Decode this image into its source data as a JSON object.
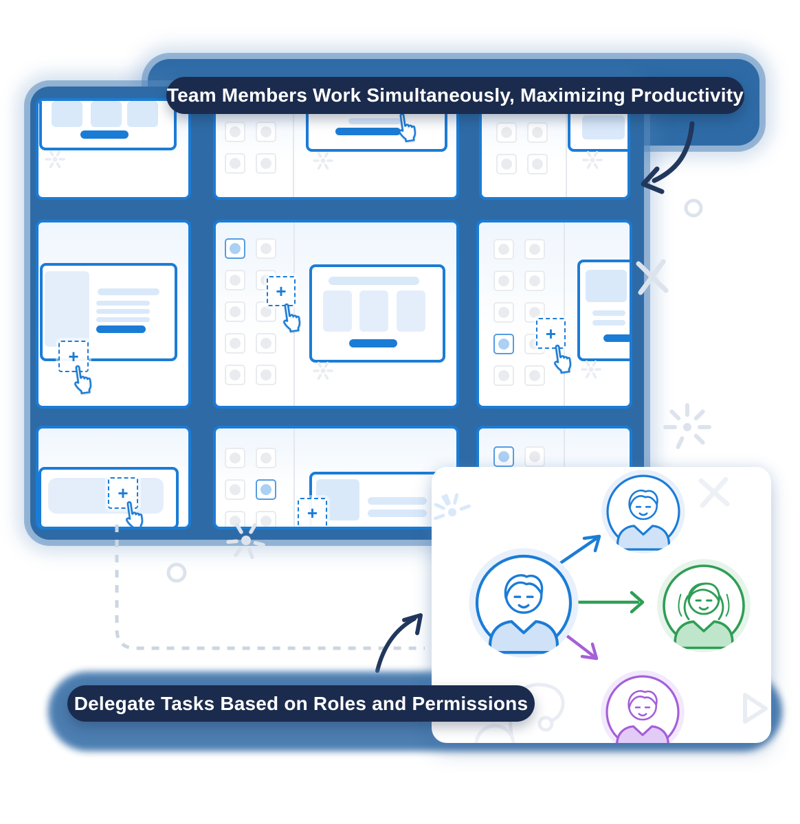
{
  "banners": {
    "top": "Team Members Work Simultaneously, Maximizing Productivity",
    "bottom": "Delegate Tasks Based on Roles and Permissions"
  },
  "symbols": {
    "plus": "+"
  },
  "colors": {
    "accent_blue": "#1b7cd6",
    "navy_pill": "#1b2b4d",
    "steel_blue": "#2e6ba6",
    "light_blue_fill": "#d9e9fa",
    "pale_blue_fill": "#e4eefb",
    "avatar_blue_shirt": "#cfe2f7",
    "avatar_blue_halo": "#e8f0fb",
    "green": "#2f9e55",
    "green_shirt": "#bfe5cb",
    "green_halo": "#e6f4ea",
    "purple": "#a55fd8",
    "purple_shirt": "#e2cbf6",
    "purple_halo": "#f2e9fc",
    "arrow_navy": "#22375c",
    "decor_gray": "#dde3ec",
    "dotted_line": "#ccd6e2"
  },
  "icons": [
    "hand-cursor-icon",
    "plus-box-icon",
    "curved-arrow-down-icon",
    "curved-arrow-up-icon",
    "dotted-connector",
    "sparkle-icon",
    "circle-icon",
    "x-mark-icon",
    "play-triangle-icon",
    "loop-path-icon",
    "manager-avatar-blue",
    "delegate-avatar-blue",
    "delegate-avatar-green",
    "delegate-avatar-purple"
  ]
}
